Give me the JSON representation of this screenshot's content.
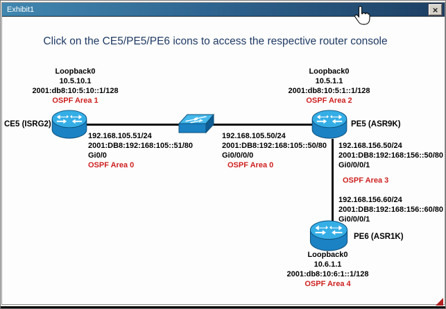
{
  "window": {
    "title": "Exhibit1",
    "close_button": "×"
  },
  "instruction": "Click on the CE5/PE5/PE6 icons to access the respective router console",
  "colors": {
    "ospf_area_red": "#d02020",
    "titlebar_left": "#4187b0",
    "titlebar_right": "#1d3f63",
    "router_blue": "#2da5dd",
    "link_line": "#0d0d0d"
  },
  "nodes": {
    "ce5": {
      "label": "CE5 (ISRG2)",
      "loopback": {
        "name": "Loopback0",
        "ipv4": "10.5.10.1",
        "ipv6": "2001:db8:10:5:10::1/128",
        "ospf_area": "OSPF Area 1"
      }
    },
    "pe5": {
      "label": "PE5 (ASR9K)",
      "loopback": {
        "name": "Loopback0",
        "ipv4": "10.5.1.1",
        "ipv6": "2001:db8:10:5:1::1/128",
        "ospf_area": "OSPF Area 2"
      }
    },
    "pe6": {
      "label": "PE6 (ASR1K)",
      "loopback": {
        "name": "Loopback0",
        "ipv4": "10.6.1.1",
        "ipv6": "2001:db8:10:6:1::1/128",
        "ospf_area": "OSPF Area 4"
      }
    }
  },
  "links": {
    "ce5_to_switch": {
      "ipv4": "192.168.105.51/24",
      "ipv6": "2001:DB8:192:168:105::51/80",
      "interface": "Gi0/0",
      "ospf_area": "OSPF Area 0"
    },
    "switch_to_pe5": {
      "ipv4": "192.168.105.50/24",
      "ipv6": "2001:DB8:192:168:105::50/80",
      "interface": "Gi0/0/0/0",
      "ospf_area": "OSPF Area 0"
    },
    "pe5_side": {
      "ipv4": "192.168.156.50/24",
      "ipv6": "2001:DB8:192:168:156::50/80",
      "interface": "Gi0/0/0/1",
      "ospf_area": "OSPF Area 3"
    },
    "pe6_side": {
      "ipv4": "192.168.156.60/24",
      "ipv6": "2001:DB8:192:168:156::60/80",
      "interface": "Gi0/0/0/1"
    }
  }
}
